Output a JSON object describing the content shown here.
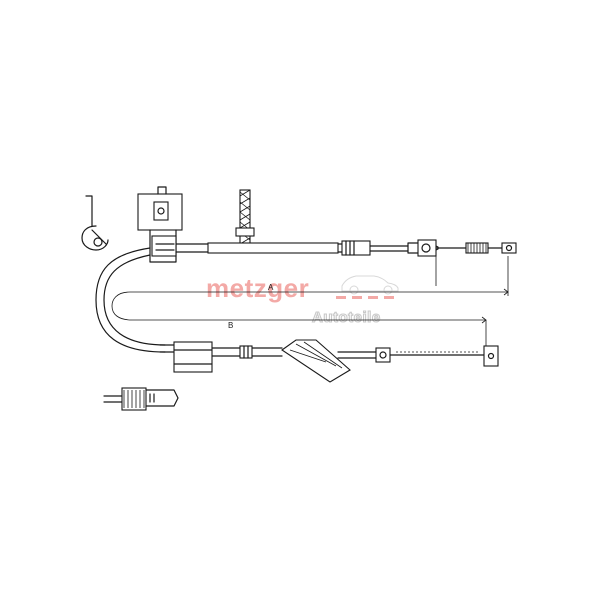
{
  "dimensions": {
    "a_label": "A",
    "b_label": "B"
  },
  "watermark": {
    "brand": "metzger",
    "subtitle": "Autoteile",
    "brand_color": "#f3a9a6",
    "car_icon": "car-outline-icon"
  }
}
